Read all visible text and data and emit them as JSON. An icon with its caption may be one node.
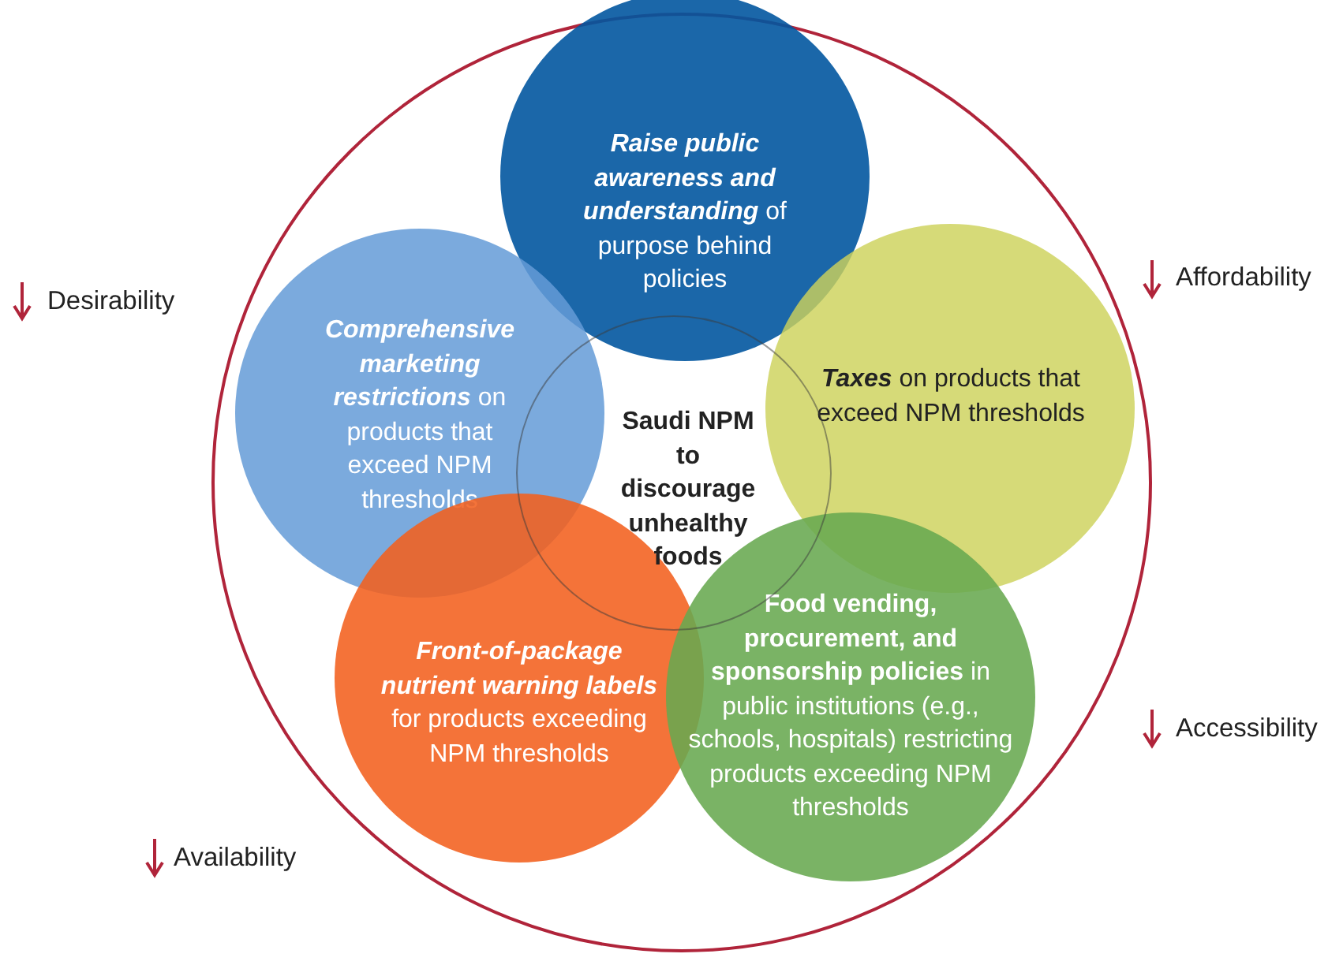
{
  "diagram": {
    "nodes": [
      {
        "text": [],
        "shape": "circle"
      },
      {
        "text": [
          "**Raise public awareness and understanding** of purpose behind policies"
        ],
        "in": 0
      },
      {
        "text": [
          "**Comprehensive marketing restrictions** on products that exceed NPM thresholds"
        ],
        "in": 0
      },
      {
        "text": [
          "Saudi NPM to discourage unhealthy foods"
        ],
        "in": 0
      },
      {
        "text": [
          "**Taxes** on products that exceed NPM thresholds"
        ],
        "in": 0
      },
      {
        "text": [
          "**Front-of-package nutrient warning labels** for products exceeding NPM thresholds"
        ],
        "in": 0
      },
      {
        "text": [
          "**Food vending, procurement, and sponsorship policies** in public institutions (e.g., schools, hospitals) restricting products exceeding NPM thresholds"
        ],
        "in": 0
      }
    ],
    "edges": [],
    "labels": [
      "Desirability",
      "Affordability",
      "Accessibility",
      "Availability"
    ]
  }
}
